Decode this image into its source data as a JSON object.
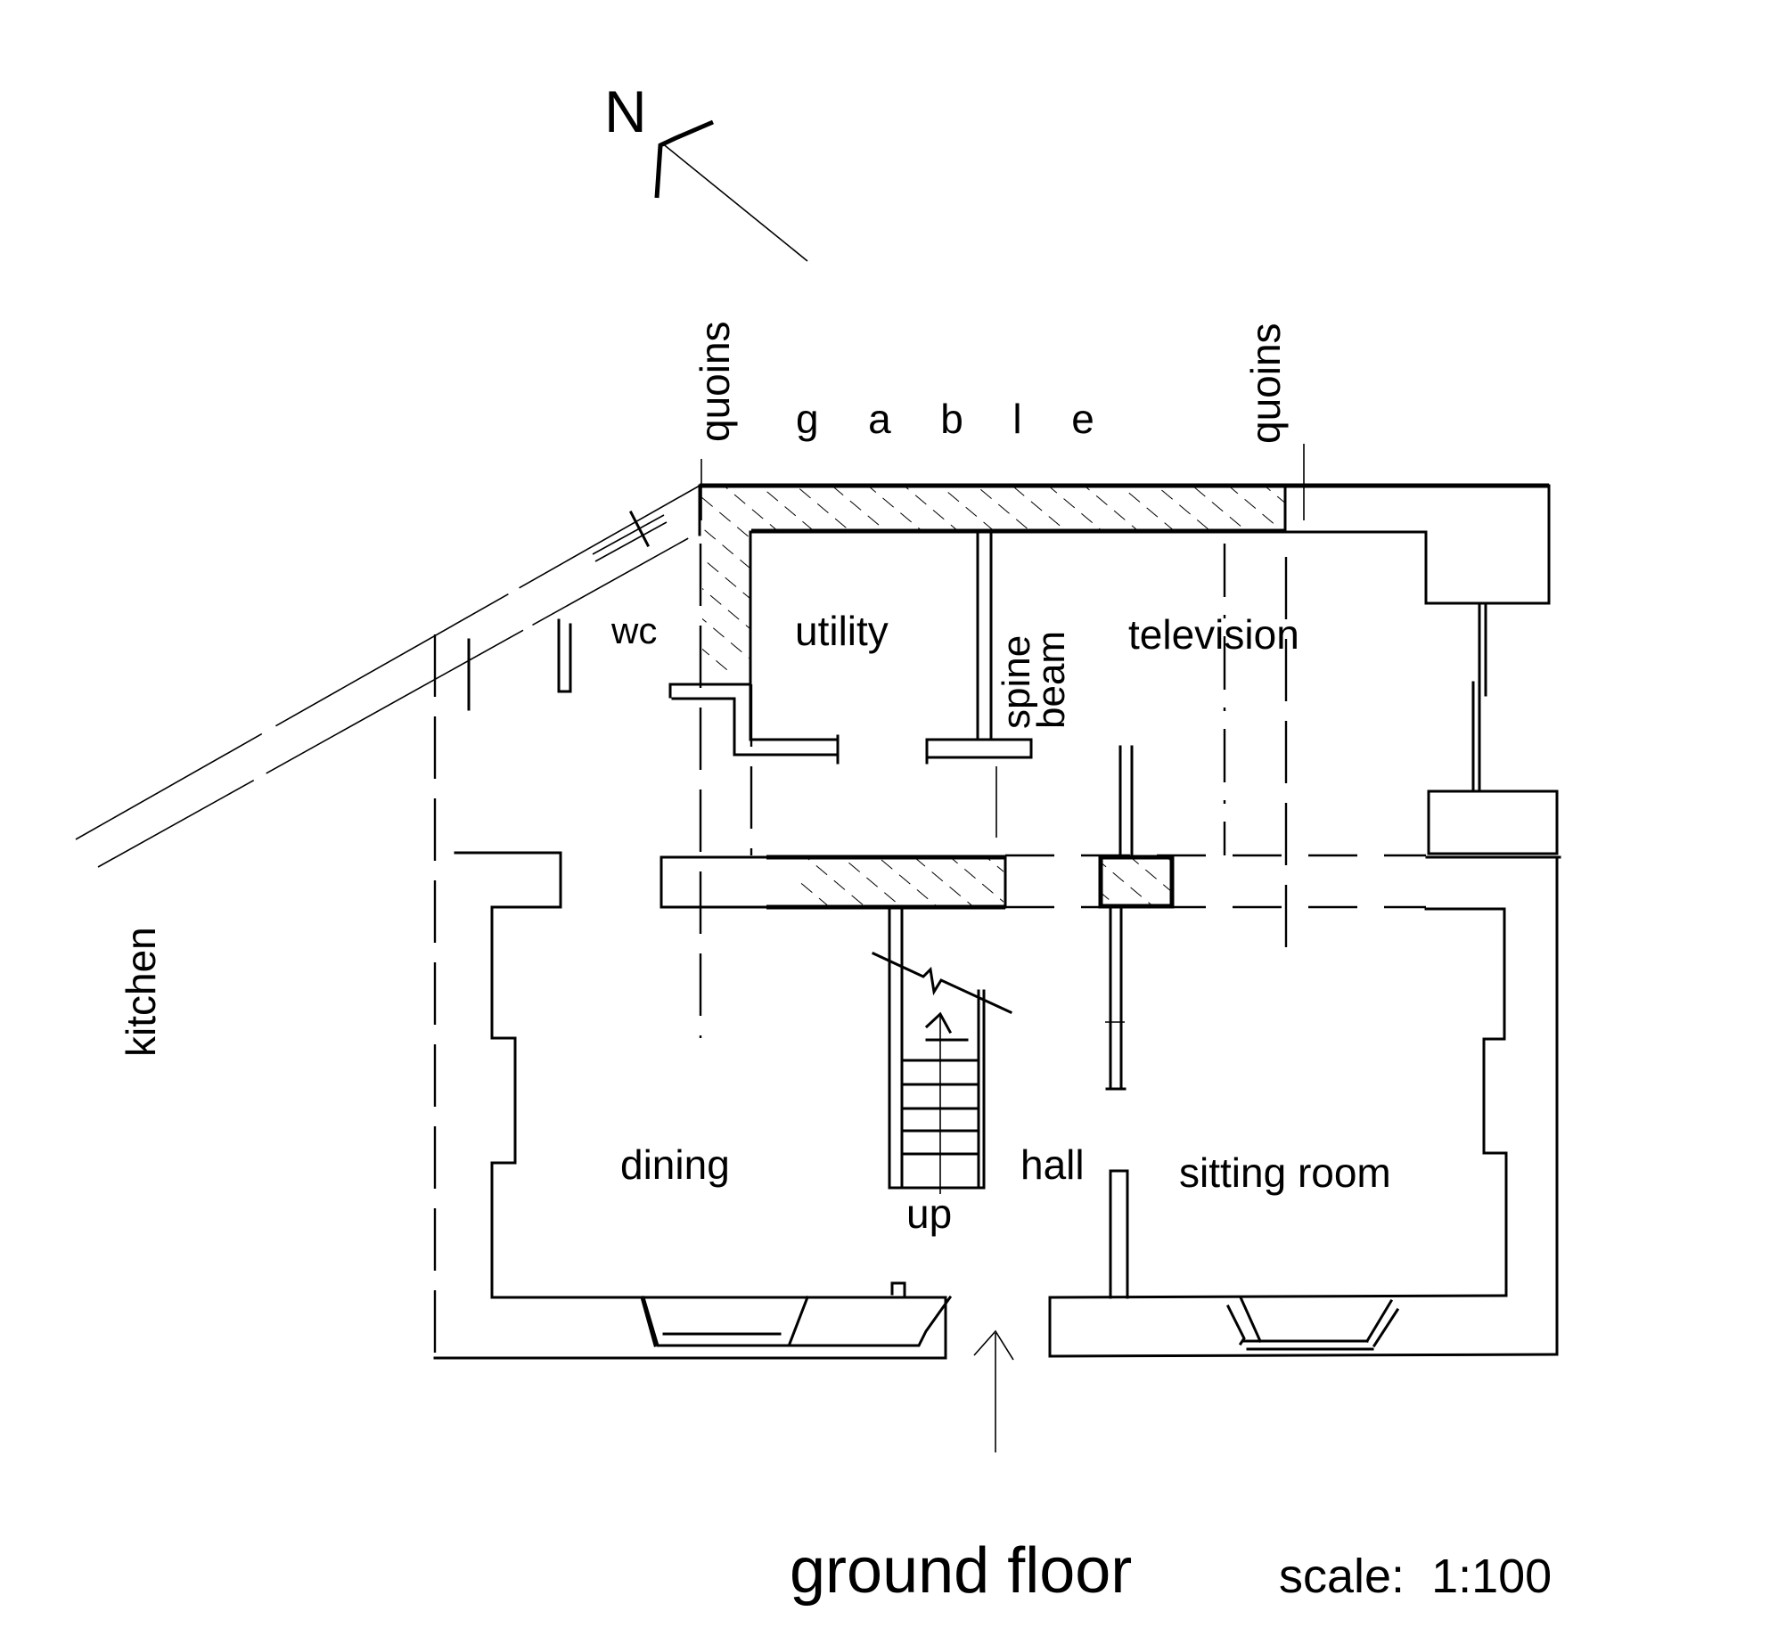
{
  "drawing": {
    "title": "ground floor",
    "scale": "scale:  1:100",
    "north_label": "N",
    "ink_color": "#000000",
    "paper_color": "#ffffff"
  },
  "labels": {
    "gable": "g  a  b  l  e",
    "quoins_left": "quoins",
    "quoins_right": "quoins",
    "spine": "spine",
    "beam": "beam",
    "stairs_up": "up"
  },
  "rooms": {
    "wc": "wc",
    "utility": "utility",
    "television": "television",
    "dining": "dining",
    "hall": "hall",
    "sitting_room": "sitting room",
    "kitchen": "kitchen"
  },
  "icons": {
    "north_arrow": "north-arrow-icon",
    "entrance_arrow": "entrance-arrow-icon",
    "stair_arrow": "stair-direction-icon"
  }
}
